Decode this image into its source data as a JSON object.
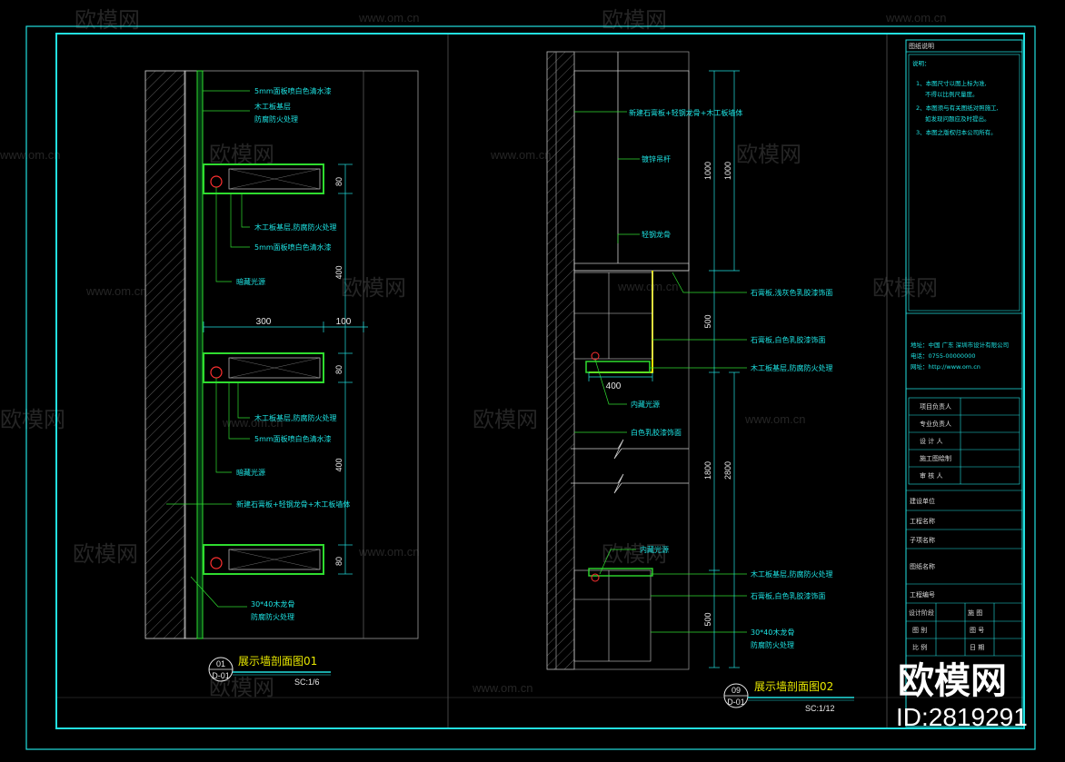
{
  "watermark": {
    "brand": "欧模网",
    "url": "www.om.cn"
  },
  "brand_logo": {
    "name": "欧模网",
    "id": "ID:2819291"
  },
  "section01": {
    "title": "展示墙剖面图01",
    "scale": "SC:1/6",
    "tag_top": "01",
    "tag_bottom": "D-01",
    "callouts": {
      "a": "5mm面板喷白色清水漆",
      "b": "木工板基层",
      "c": "防腐防火处理",
      "d": "木工板基层,防腐防火处理",
      "e": "5mm面板喷白色清水漆",
      "f": "暗藏光源",
      "g": "木工板基层,防腐防火处理",
      "h": "5mm面板喷白色清水漆",
      "i": "暗藏光源",
      "j": "新建石膏板+轻钢龙骨+木工板墙体",
      "k": "30*40木龙骨",
      "l": "防腐防火处理"
    },
    "dims": {
      "d80a": "80",
      "d400a": "400",
      "d80b": "80",
      "d400b": "400",
      "d80c": "80",
      "w300": "300",
      "w100": "100"
    }
  },
  "section02": {
    "title": "展示墙剖面图02",
    "scale": "SC:1/12",
    "tag_top": "09",
    "tag_bottom": "D-01",
    "callouts": {
      "a": "新建石膏板+轻钢龙骨+木工板墙体",
      "b": "镀锌吊杆",
      "c": "轻钢龙骨",
      "d": "石膏板,浅灰色乳胶漆饰面",
      "e": "石膏板,白色乳胶漆饰面",
      "f": "木工板基层,防腐防火处理",
      "g": "内藏光源",
      "h": "白色乳胶漆饰面",
      "i": "内藏光源",
      "j": "木工板基层,防腐防火处理",
      "k": "石膏板,白色乳胶漆饰面",
      "l": "30*40木龙骨",
      "m": "防腐防火处理"
    },
    "dims": {
      "d1000a": "1000",
      "d1000b": "1000",
      "d500a": "500",
      "d1800": "1800",
      "d2800": "2800",
      "d500b": "500",
      "w400": "400"
    }
  },
  "title_block": {
    "header": "图纸说明",
    "notes_title": "说明：",
    "notes": [
      "1、本图尺寸以图上标为准,",
      "不得以比例尺量度。",
      "2、本图须与有关图纸对照施工,",
      "如发现问题应及时提出。",
      "3、本图之版权归本公司所有。"
    ],
    "company": [
      "地址：中国 广东 深圳市设计有限公司",
      "电话：0755-00000000",
      "网址：http://www.om.cn"
    ],
    "sign_rows": [
      "项目负责人",
      "专业负责人",
      "设 计 人",
      "施工图绘制",
      "审 核 人"
    ],
    "info_rows": [
      "建设单位",
      "工程名称",
      "子项名称",
      "图纸名称",
      "工程编号"
    ],
    "grid_rows": [
      [
        "设计阶段",
        "",
        "施 图"
      ],
      [
        "图 别",
        "",
        "图 号"
      ],
      [
        "比 例",
        "",
        "日 期"
      ]
    ]
  },
  "colors": {
    "frame": "#22e0e0",
    "wall_line": "#cfcfcf",
    "board_green": "#2fdc2f",
    "led_red": "#ff3030",
    "dim_cyan": "#22e0e0",
    "title_yellow": "#e8e800"
  }
}
